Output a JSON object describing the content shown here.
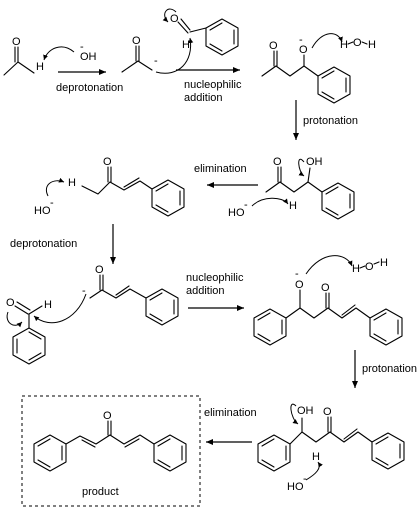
{
  "steps": {
    "deprotonation_1": "deprotonation",
    "nucleophilic_1": [
      "nucleophilic",
      "addition"
    ],
    "protonation_1": "protonation",
    "elimination_1": "elimination",
    "deprotonation_2": "deprotonation",
    "nucleophilic_2": [
      "nucleophilic",
      "addition"
    ],
    "protonation_2": "protonation",
    "elimination_2": "elimination"
  },
  "product_label": "product",
  "atoms": {
    "oxygen": "O",
    "hydrogen": "H",
    "hydroxide": "OH",
    "hydroxide_ion": "HO",
    "negative": "-"
  }
}
